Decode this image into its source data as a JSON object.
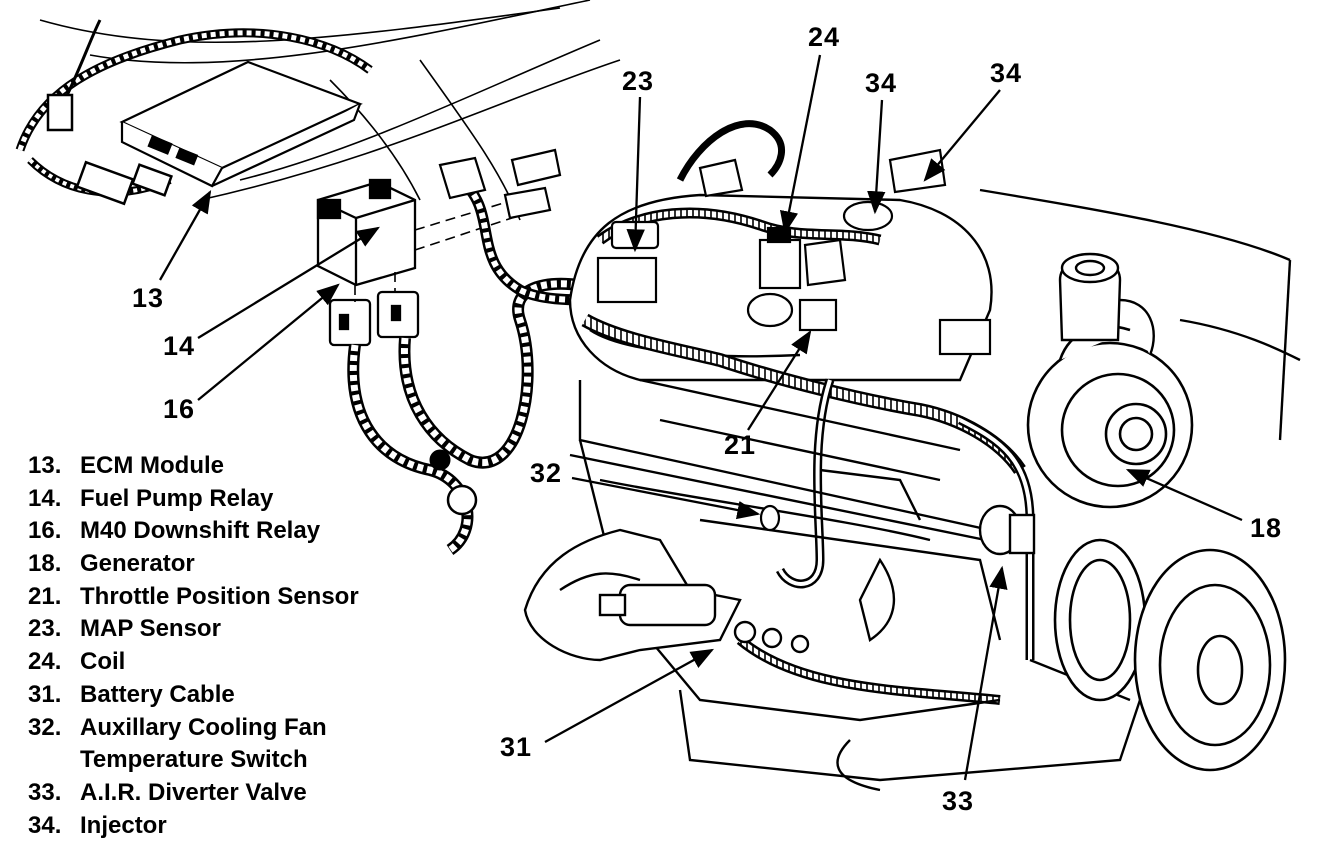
{
  "callouts": {
    "c13": "13",
    "c14": "14",
    "c16": "16",
    "c18": "18",
    "c21": "21",
    "c23": "23",
    "c24": "24",
    "c31": "31",
    "c32": "32",
    "c33": "33",
    "c34a": "34",
    "c34b": "34"
  },
  "legend": [
    {
      "num": "13.",
      "text": "ECM Module"
    },
    {
      "num": "14.",
      "text": "Fuel Pump Relay"
    },
    {
      "num": "16.",
      "text": "M40 Downshift Relay"
    },
    {
      "num": "18.",
      "text": "Generator"
    },
    {
      "num": "21.",
      "text": "Throttle Position Sensor"
    },
    {
      "num": "23.",
      "text": "MAP Sensor"
    },
    {
      "num": "24.",
      "text": "Coil"
    },
    {
      "num": "31.",
      "text": "Battery Cable"
    },
    {
      "num": "32.",
      "text": "Auxillary Cooling Fan\nTemperature Switch"
    },
    {
      "num": "33.",
      "text": "A.I.R. Diverter Valve"
    },
    {
      "num": "34.",
      "text": "Injector"
    }
  ]
}
